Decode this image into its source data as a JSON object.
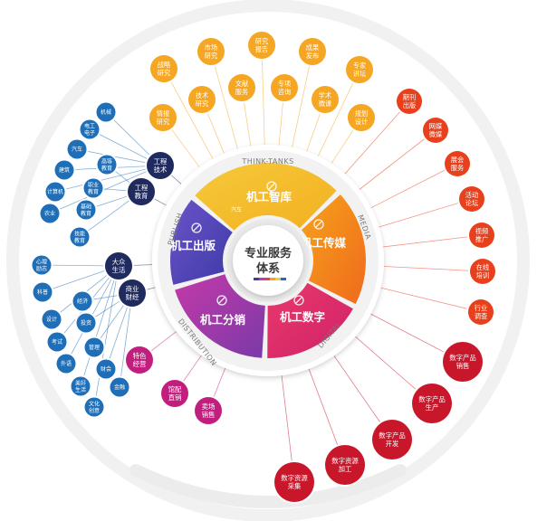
{
  "center": {
    "lines": [
      "专业服务",
      "体系"
    ]
  },
  "segments": [
    {
      "id": "think-tanks",
      "label": "机工智库",
      "sub": "汽车",
      "ring_label": "THINK-TANKS",
      "color_from": "#f6c93a",
      "color_to": "#f2b020"
    },
    {
      "id": "media",
      "label": "机工传媒",
      "ring_label": "MEDIA",
      "color_from": "#f7a21c",
      "color_to": "#ef6a1c"
    },
    {
      "id": "digital",
      "label": "机工数字",
      "ring_label": "DIGITAL",
      "color_from": "#e83a6a",
      "color_to": "#d0206a"
    },
    {
      "id": "distribution",
      "label": "机工分销",
      "ring_label": "DISTRIBUTION",
      "color_from": "#c43aa8",
      "color_to": "#7a3aa8"
    },
    {
      "id": "publish",
      "label": "机工出版",
      "ring_label": "PUBLISH",
      "color_from": "#6a54c8",
      "color_to": "#3e3aa8"
    }
  ],
  "think_tank_nodes": [
    {
      "lines": [
        "战略",
        "研究"
      ]
    },
    {
      "lines": [
        "市场",
        "研究"
      ]
    },
    {
      "lines": [
        "研究",
        "报告"
      ]
    },
    {
      "lines": [
        "成果",
        "发布"
      ]
    },
    {
      "lines": [
        "专家",
        "讲坛"
      ]
    },
    {
      "lines": [
        "技术",
        "研究"
      ]
    },
    {
      "lines": [
        "文献",
        "服务"
      ]
    },
    {
      "lines": [
        "专项",
        "咨询"
      ]
    },
    {
      "lines": [
        "学术",
        "微课"
      ]
    },
    {
      "lines": [
        "情报",
        "研究"
      ]
    },
    {
      "lines": [
        "规划",
        "设计"
      ]
    }
  ],
  "media_nodes": [
    {
      "lines": [
        "期刊",
        "出版"
      ]
    },
    {
      "lines": [
        "网媒",
        "微媒"
      ]
    },
    {
      "lines": [
        "展会",
        "服务"
      ]
    },
    {
      "lines": [
        "活动",
        "论坛"
      ]
    },
    {
      "lines": [
        "视频",
        "推广"
      ]
    },
    {
      "lines": [
        "在线",
        "培训"
      ]
    },
    {
      "lines": [
        "行业",
        "调查"
      ]
    }
  ],
  "digital_nodes": [
    {
      "lines": [
        "数字产品",
        "销售"
      ]
    },
    {
      "lines": [
        "数字产品",
        "生产"
      ]
    },
    {
      "lines": [
        "数字产品",
        "开发"
      ]
    },
    {
      "lines": [
        "数字资源",
        "加工"
      ]
    },
    {
      "lines": [
        "数字资源",
        "采集"
      ]
    }
  ],
  "distribution_nodes": [
    {
      "lines": [
        "特色",
        "经营"
      ]
    },
    {
      "lines": [
        "馆配",
        "直销"
      ]
    },
    {
      "lines": [
        "卖场",
        "销售"
      ]
    }
  ],
  "publish_hubs": [
    {
      "lines": [
        "工程",
        "技术"
      ]
    },
    {
      "lines": [
        "工程",
        "教育"
      ]
    },
    {
      "lines": [
        "大众",
        "生活"
      ]
    },
    {
      "lines": [
        "商业",
        "财经"
      ]
    }
  ],
  "publish_leaves": {
    "engineering_tech": [
      {
        "lines": [
          "机械"
        ]
      },
      {
        "lines": [
          "电工",
          "电子"
        ]
      },
      {
        "lines": [
          "汽车"
        ]
      },
      {
        "lines": [
          "建筑"
        ]
      },
      {
        "lines": [
          "计算机"
        ]
      },
      {
        "lines": [
          "农业"
        ]
      }
    ],
    "engineering_edu": [
      {
        "lines": [
          "高等",
          "教育"
        ]
      },
      {
        "lines": [
          "职业",
          "教育"
        ]
      },
      {
        "lines": [
          "基础",
          "教育"
        ]
      },
      {
        "lines": [
          "技能",
          "教育"
        ]
      }
    ],
    "mass_life": [
      {
        "lines": [
          "心理",
          "励志"
        ]
      },
      {
        "lines": [
          "科普"
        ]
      },
      {
        "lines": [
          "设计"
        ]
      },
      {
        "lines": [
          "考试"
        ]
      },
      {
        "lines": [
          "外语"
        ]
      },
      {
        "lines": [
          "美好",
          "生活"
        ]
      },
      {
        "lines": [
          "文化",
          "创意"
        ]
      }
    ],
    "business": [
      {
        "lines": [
          "经济"
        ]
      },
      {
        "lines": [
          "投资"
        ]
      },
      {
        "lines": [
          "管理"
        ]
      },
      {
        "lines": [
          "财会"
        ]
      },
      {
        "lines": [
          "金融"
        ]
      }
    ]
  },
  "colors": {
    "think_tank_node": "#f5a623",
    "media_node": "#e8401c",
    "digital_node": "#c8162a",
    "distribution_node": "#c21e7e",
    "publish_hub": "#1f2a5e",
    "publish_leaf": "#1f6fb8",
    "ring": "#efefef",
    "hub_ring": "#e6e6e6"
  },
  "icons": {
    "think-tanks": "building-icon",
    "media": "people-icon",
    "digital": "chat-icon",
    "distribution": "handshake-icon",
    "publish": "pen-icon"
  }
}
